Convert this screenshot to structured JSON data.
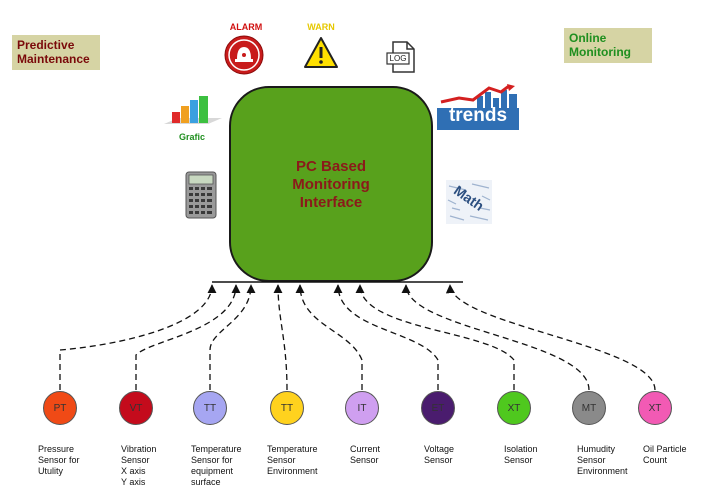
{
  "corner_labels": {
    "left": "Predictive\nMaintenance",
    "right": "Online\nMonitoring"
  },
  "central_box": {
    "title": "PC Based\nMonitoring\n Interface",
    "fill": "#58a11c"
  },
  "icons": {
    "alarm_label": "ALARM",
    "warn_label": "WARN",
    "log_label": "LOG",
    "grafic_label": "Grafic",
    "trends_label": "trends",
    "math_label": "Math"
  },
  "sensors": [
    {
      "code": "PT",
      "color": "#f04a16",
      "caption": "Pressure\nSensor for\nUtulity"
    },
    {
      "code": "VT",
      "color": "#c40b1c",
      "caption": "Vibration\nSensor\nX axis\nY axis"
    },
    {
      "code": "TT",
      "color": "#a6a6f2",
      "caption": "Temperature\nSensor for\nequipment\nsurface"
    },
    {
      "code": "TT",
      "color": "#ffd21e",
      "caption": "Temperature\nSensor\nEnvironment"
    },
    {
      "code": "IT",
      "color": "#cf9ff0",
      "caption": "Current\nSensor"
    },
    {
      "code": "ET",
      "color": "#4a1c6e",
      "caption": "Voltage\nSensor"
    },
    {
      "code": "XT",
      "color": "#4fc81e",
      "caption": "Isolation\nSensor"
    },
    {
      "code": "MT",
      "color": "#8a8a8a",
      "caption": "Humudity\n Sensor\nEnvironment"
    },
    {
      "code": "XT",
      "color": "#f25ab4",
      "caption": "Oil Particle\nCount"
    }
  ]
}
